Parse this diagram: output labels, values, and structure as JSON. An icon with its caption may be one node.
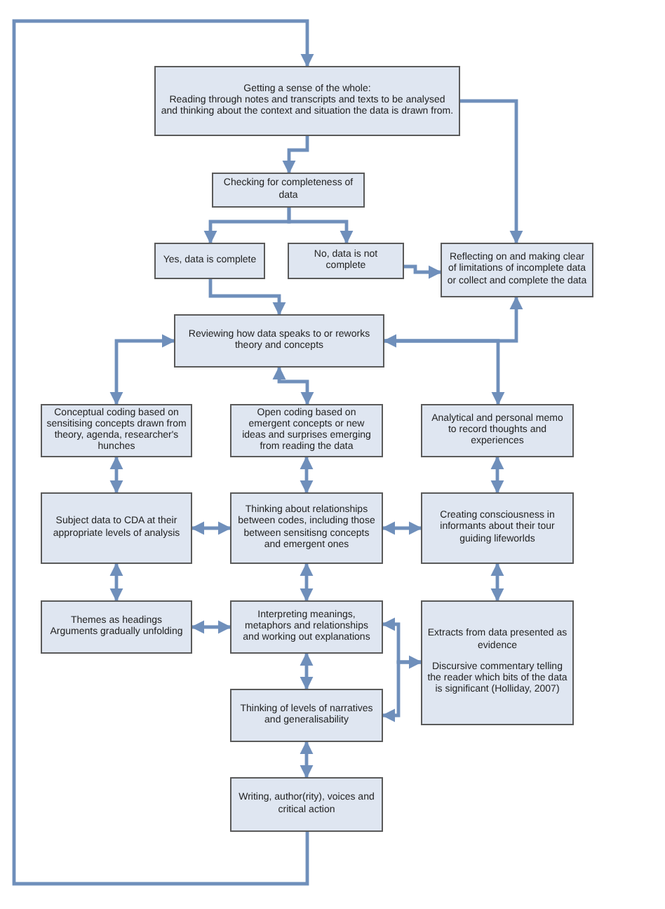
{
  "diagram": {
    "nodes": [
      {
        "text": [
          "Getting a sense of the whole:",
          "Reading through notes and transcripts and texts to be analysed and thinking about the context and situation the data is drawn from."
        ]
      },
      {
        "text": [
          "Checking for completeness of data"
        ]
      },
      {
        "text": [
          "Yes, data is complete"
        ]
      },
      {
        "text": [
          "No, data is not complete"
        ]
      },
      {
        "text": [
          "Reflecting on and making clear of limitations of incomplete data or collect and complete the data"
        ]
      },
      {
        "text": [
          "Reviewing how data speaks to or reworks theory and concepts"
        ]
      },
      {
        "text": [
          "Conceptual coding based on sensitising concepts drawn from theory, agenda, researcher's hunches"
        ]
      },
      {
        "text": [
          "Open coding based on emergent concepts or new ideas and surprises emerging from reading the data"
        ]
      },
      {
        "text": [
          "Analytical and personal memo to record thoughts and experiences"
        ]
      },
      {
        "text": [
          "Subject data to CDA at their appropriate levels of analysis"
        ]
      },
      {
        "text": [
          "Thinking about relationships between codes, including those between sensitisng concepts and emergent ones"
        ]
      },
      {
        "text": [
          "Creating consciousness in informants about their tour guiding lifeworlds"
        ]
      },
      {
        "text": [
          "Themes as headings Arguments gradually unfolding"
        ]
      },
      {
        "text": [
          "Interpreting meanings, metaphors and relationships and working out explanations"
        ]
      },
      {
        "text": [
          "Extracts from data presented as evidence",
          "Discursive commentary telling the reader which bits of the data is significant (Holliday, 2007)"
        ]
      },
      {
        "text": [
          "Thinking of levels of narratives and generalisability"
        ]
      },
      {
        "text": [
          "Writing, author(rity), voices and critical action"
        ]
      }
    ],
    "edges": [
      {
        "from": 0,
        "to": 1,
        "arrow": "to"
      },
      {
        "from": 1,
        "to": 2,
        "arrow": "to"
      },
      {
        "from": 1,
        "to": 3,
        "arrow": "to"
      },
      {
        "from": 0,
        "to": 4,
        "arrow": "to"
      },
      {
        "from": 3,
        "to": 4,
        "arrow": "to"
      },
      {
        "from": 2,
        "to": 5,
        "arrow": "to"
      },
      {
        "from": 5,
        "to": 4,
        "arrow": "both"
      },
      {
        "from": 5,
        "to": 8,
        "arrow": "to"
      },
      {
        "from": 5,
        "to": 6,
        "arrow": "both"
      },
      {
        "from": 5,
        "to": 7,
        "arrow": "both"
      },
      {
        "from": 6,
        "to": 9,
        "arrow": "both"
      },
      {
        "from": 7,
        "to": 10,
        "arrow": "both"
      },
      {
        "from": 8,
        "to": 11,
        "arrow": "both"
      },
      {
        "from": 9,
        "to": 10,
        "arrow": "both"
      },
      {
        "from": 10,
        "to": 11,
        "arrow": "both"
      },
      {
        "from": 9,
        "to": 12,
        "arrow": "both"
      },
      {
        "from": 10,
        "to": 13,
        "arrow": "both"
      },
      {
        "from": 11,
        "to": 14,
        "arrow": "both"
      },
      {
        "from": 12,
        "to": 13,
        "arrow": "both"
      },
      {
        "from": 13,
        "to": 15,
        "arrow": "both"
      },
      {
        "from": 15,
        "to": 16,
        "arrow": "both"
      },
      {
        "from": 13,
        "to": 14,
        "arrow": "both"
      },
      {
        "from": 14,
        "to": 15,
        "arrow": "to"
      },
      {
        "from": 16,
        "to": 0,
        "arrow": "to"
      }
    ]
  }
}
